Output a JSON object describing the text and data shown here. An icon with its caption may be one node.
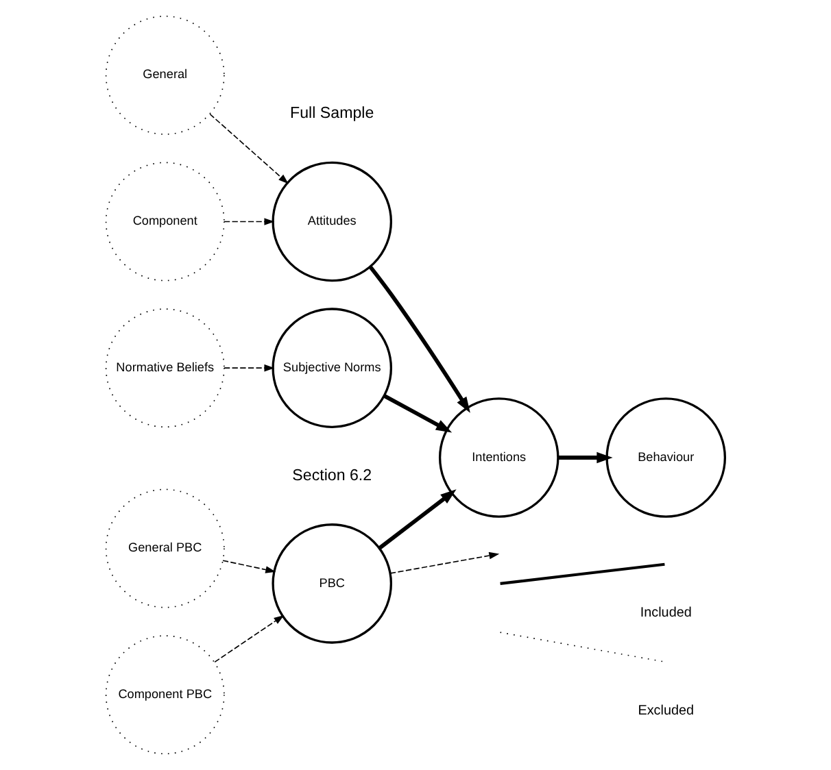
{
  "diagram": {
    "nodes": [
      {
        "text": [
          "General"
        ]
      },
      {
        "text": [
          "Component"
        ]
      },
      {
        "text": [
          "Normative Beliefs"
        ]
      },
      {
        "text": [
          "General PBC"
        ]
      },
      {
        "text": [
          "Component PBC"
        ]
      },
      {
        "text": [
          "Attitudes"
        ]
      },
      {
        "text": [
          "Subjective Norms"
        ]
      },
      {
        "text": [
          "PBC"
        ]
      },
      {
        "text": [
          "Intentions"
        ]
      },
      {
        "text": [
          "Behaviour"
        ]
      }
    ],
    "edges": [
      {
        "from": 0,
        "to": 5,
        "arrow": "to",
        "style": "dashed"
      },
      {
        "from": 1,
        "to": 5,
        "arrow": "to",
        "style": "dashed"
      },
      {
        "from": 2,
        "to": 6,
        "arrow": "to",
        "style": "dashed"
      },
      {
        "from": 3,
        "to": 7,
        "arrow": "to",
        "style": "dashed"
      },
      {
        "from": 4,
        "to": 7,
        "arrow": "to",
        "style": "dashed"
      },
      {
        "from": 5,
        "to": 8,
        "arrow": "to",
        "style": "thick"
      },
      {
        "from": 6,
        "to": 8,
        "arrow": "to",
        "style": "thick"
      },
      {
        "from": 7,
        "to": 8,
        "arrow": "to",
        "style": "thick"
      },
      {
        "from": 8,
        "to": 9,
        "arrow": "to",
        "style": "thick"
      },
      {
        "from": 7,
        "to": null,
        "arrow": "to",
        "style": "dashed"
      }
    ],
    "labels": [
      "Section 6.2",
      "Full Sample"
    ],
    "legend": [
      {
        "text": "Included"
      },
      {
        "text": "Excluded"
      }
    ]
  }
}
